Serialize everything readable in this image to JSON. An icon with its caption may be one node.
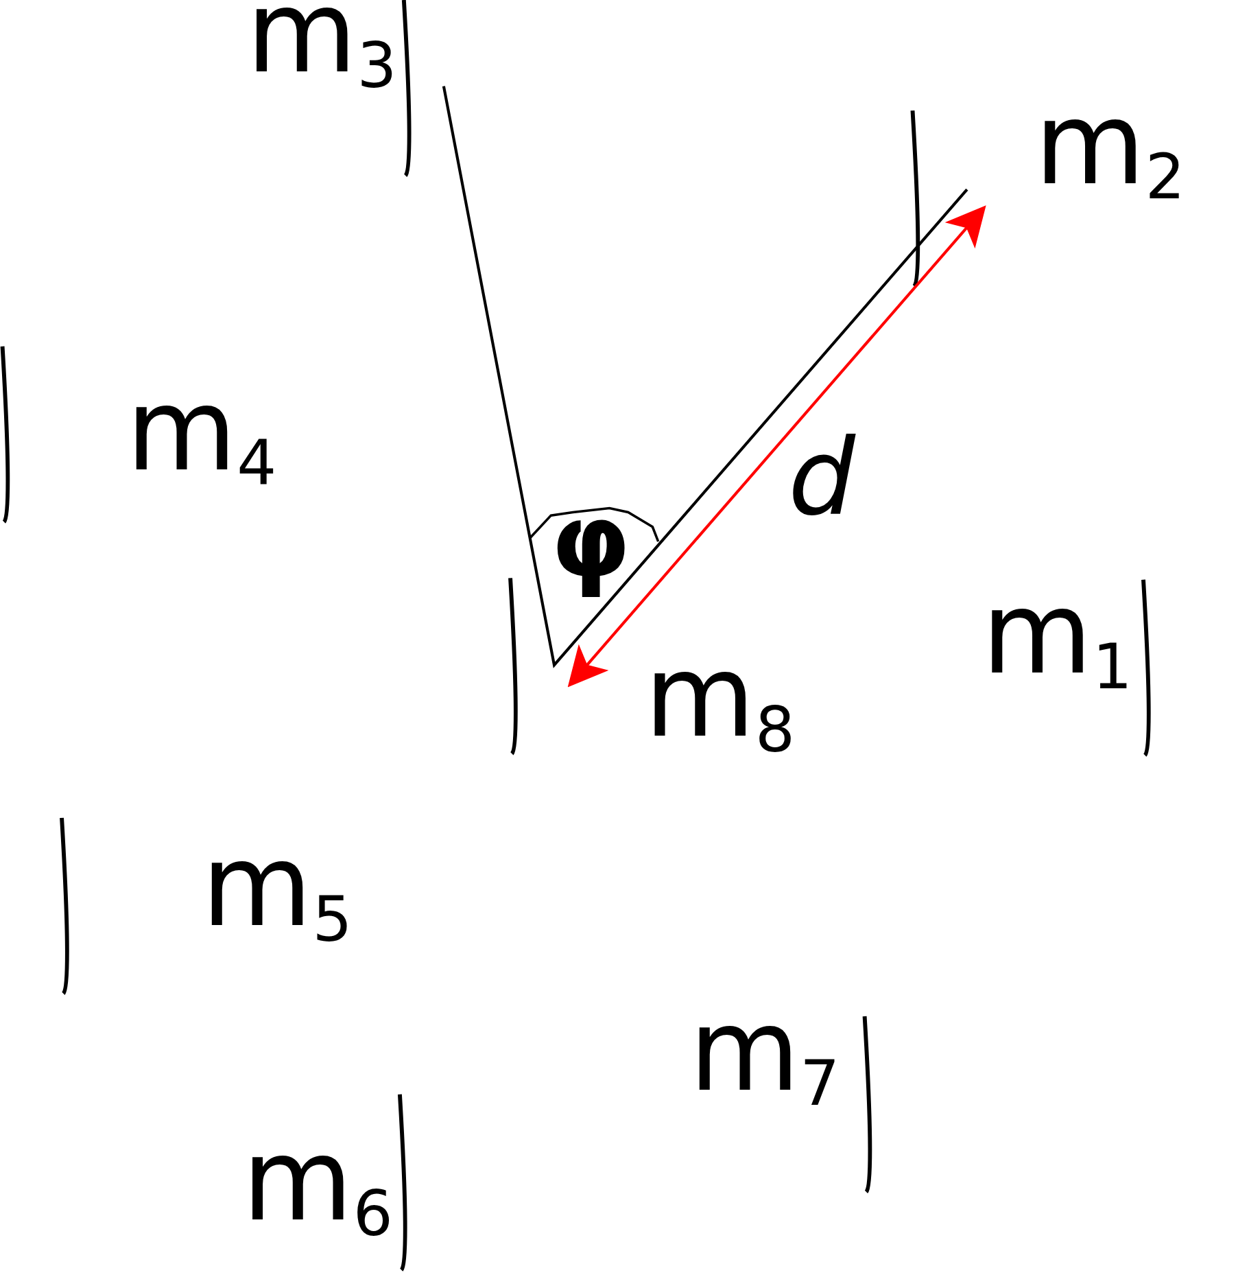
{
  "diagram": {
    "labels": [
      "m$_{3}$",
      "m$_{2}$",
      "m$_{4}$",
      "d",
      "φ",
      "m$_{1}$",
      "m$_{8}$",
      "m$_{5}$",
      "m$_{7}$",
      "m$_{6}$"
    ]
  }
}
